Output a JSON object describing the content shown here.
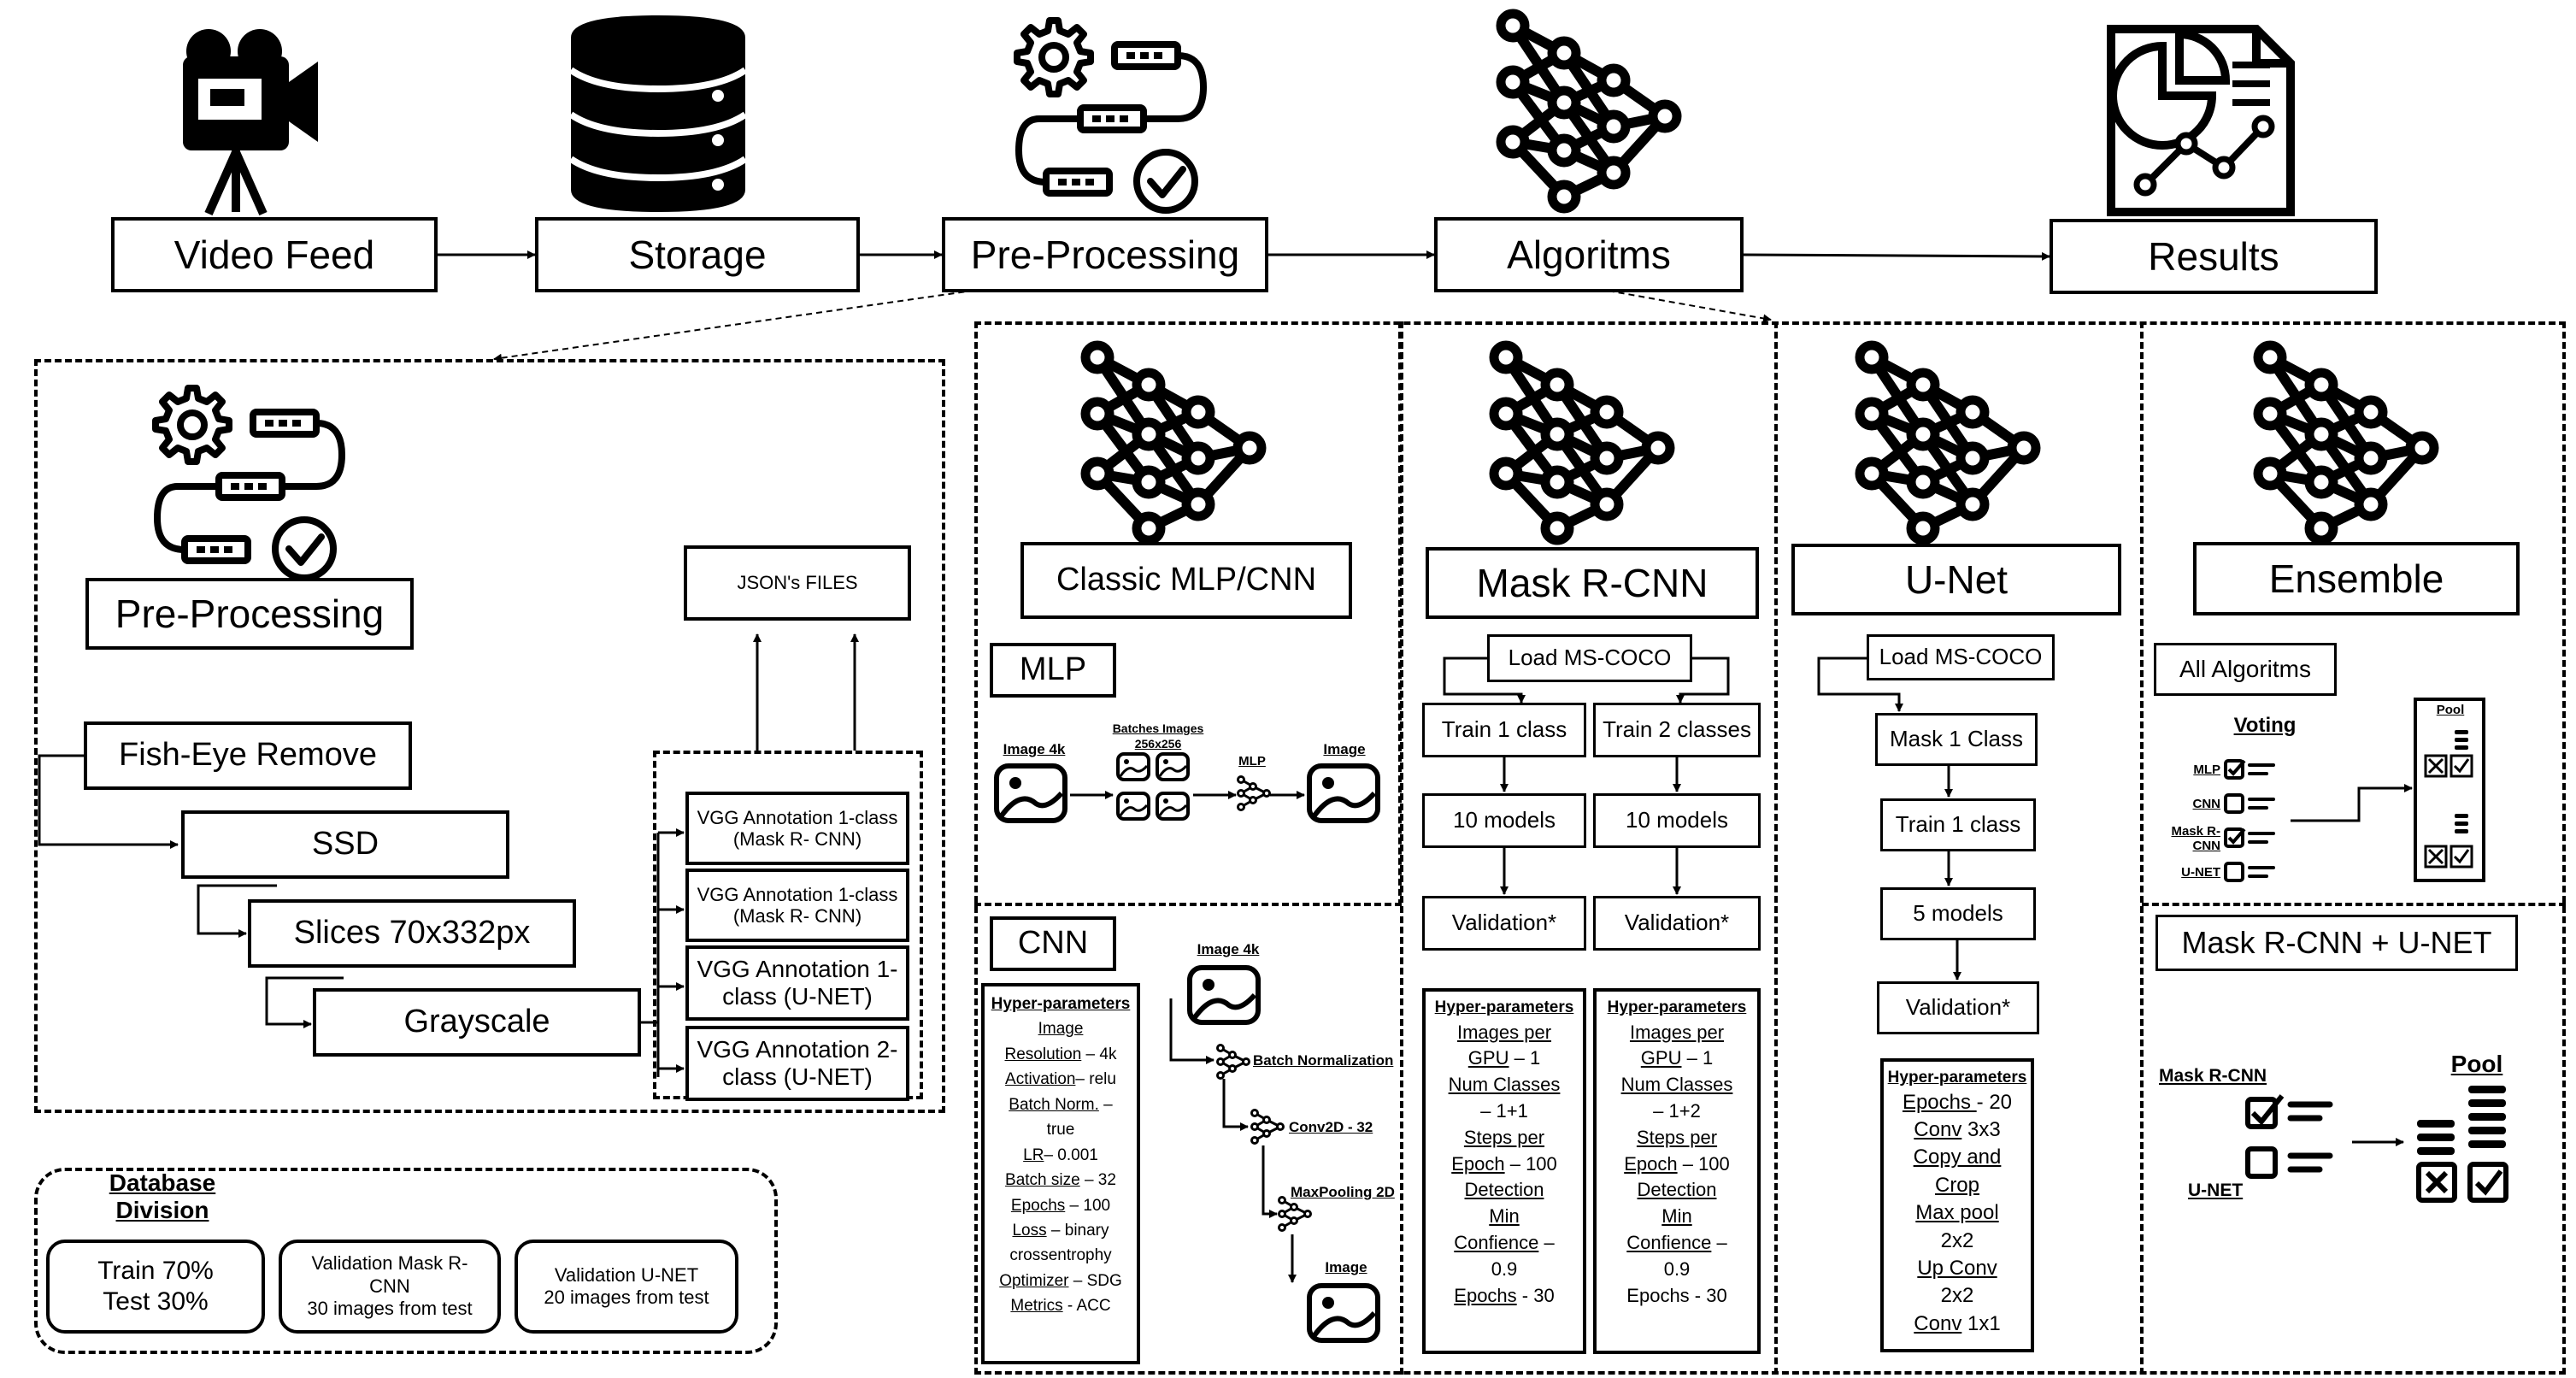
{
  "top_pipeline": {
    "video_feed": "Video Feed",
    "storage": "Storage",
    "pre_processing": "Pre-Processing",
    "algorithms": "Algoritms",
    "results": "Results"
  },
  "pre_panel": {
    "title": "Pre-Processing",
    "fish_eye": "Fish-Eye Remove",
    "ssd": "SSD",
    "slices": "Slices 70x332px",
    "grayscale": "Grayscale",
    "json_files": "JSON's FILES",
    "vgg": [
      "VGG Annotation 1-class (Mask R- CNN)",
      "VGG Annotation 1-class (Mask R- CNN)",
      "VGG Annotation 1-class (U-NET)",
      "VGG Annotation 2-class (U-NET)"
    ]
  },
  "database": {
    "title": "Database Division",
    "train_test": [
      "Train 70%",
      "Test 30%"
    ],
    "val_mask": [
      "Validation Mask R-CNN",
      "30 images from test"
    ],
    "val_unet": [
      "Validation U-NET",
      "20 images from test"
    ]
  },
  "classic": {
    "title": "Classic MLP/CNN",
    "mlp": {
      "label": "MLP",
      "image_in": "Image 4k",
      "batches": "Batches Images",
      "batch_size": "256x256",
      "mlp_label": "MLP",
      "image_out": "Image"
    },
    "cnn": {
      "label": "CNN",
      "image_in": "Image 4k",
      "batch_norm": "Batch Normalization",
      "conv": "Conv2D - 32",
      "pool": "MaxPooling 2D",
      "image_out": "Image",
      "hp_title": "Hyper-parameters",
      "hp": [
        [
          "Image",
          ""
        ],
        [
          "Resolution",
          " – 4k"
        ],
        [
          "Activation",
          "– relu"
        ],
        [
          "Batch Norm.",
          " –"
        ],
        [
          "",
          "true"
        ],
        [
          "LR",
          "– 0.001"
        ],
        [
          "Batch size",
          " – 32"
        ],
        [
          "Epochs",
          " – 100"
        ],
        [
          "Loss",
          " – binary"
        ],
        [
          "",
          "crossentrophy"
        ],
        [
          "Optimizer",
          " – SDG"
        ],
        [
          "Metrics",
          " - ACC"
        ]
      ]
    }
  },
  "mask_rcnn": {
    "title": "Mask R-CNN",
    "load": "Load MS-COCO",
    "train1": "Train 1 class",
    "train2": "Train 2 classes",
    "models1": "10 models",
    "models2": "10 models",
    "val1": "Validation*",
    "val2": "Validation*",
    "hp_title": "Hyper-parameters",
    "hp1": [
      [
        "Images per",
        ""
      ],
      [
        "GPU",
        " – 1"
      ],
      [
        "Num Classes",
        ""
      ],
      [
        "",
        "– 1+1"
      ],
      [
        "Steps per",
        ""
      ],
      [
        "Epoch",
        " – 100"
      ],
      [
        "Detection",
        ""
      ],
      [
        "Min",
        ""
      ],
      [
        "Confience",
        " –"
      ],
      [
        "",
        "0.9"
      ],
      [
        "Epochs",
        " - 30"
      ]
    ],
    "hp2": [
      [
        "Images per",
        ""
      ],
      [
        "GPU",
        " – 1"
      ],
      [
        "Num Classes",
        ""
      ],
      [
        "",
        "– 1+2"
      ],
      [
        "Steps per",
        ""
      ],
      [
        "Epoch",
        " – 100"
      ],
      [
        "Detection",
        ""
      ],
      [
        "Min",
        ""
      ],
      [
        "Confience",
        " –"
      ],
      [
        "",
        "0.9"
      ],
      [
        "",
        "Epochs - 30"
      ]
    ]
  },
  "unet": {
    "title": "U-Net",
    "load": "Load MS-COCO",
    "mask": "Mask 1 Class",
    "train": "Train 1 class",
    "models": "5 models",
    "val": "Validation*",
    "hp_title": "Hyper-parameters",
    "hp": [
      [
        "Epochs ",
        "- 20"
      ],
      [
        "Conv",
        " 3x3"
      ],
      [
        "Copy and",
        ""
      ],
      [
        "Crop",
        ""
      ],
      [
        "Max pool",
        ""
      ],
      [
        "",
        "2x2"
      ],
      [
        "Up Conv",
        ""
      ],
      [
        "",
        "2x2"
      ],
      [
        "Conv",
        " 1x1"
      ]
    ]
  },
  "ensemble": {
    "title": "Ensemble",
    "all": "All Algoritms",
    "voting": "Voting",
    "pool": "Pool",
    "items": [
      "MLP",
      "CNN",
      "Mask R-CNN",
      "U-NET"
    ],
    "combo_title": "Mask R-CNN + U-NET",
    "combo_mask": "Mask R-CNN",
    "combo_unet": "U-NET",
    "combo_pool": "Pool"
  }
}
